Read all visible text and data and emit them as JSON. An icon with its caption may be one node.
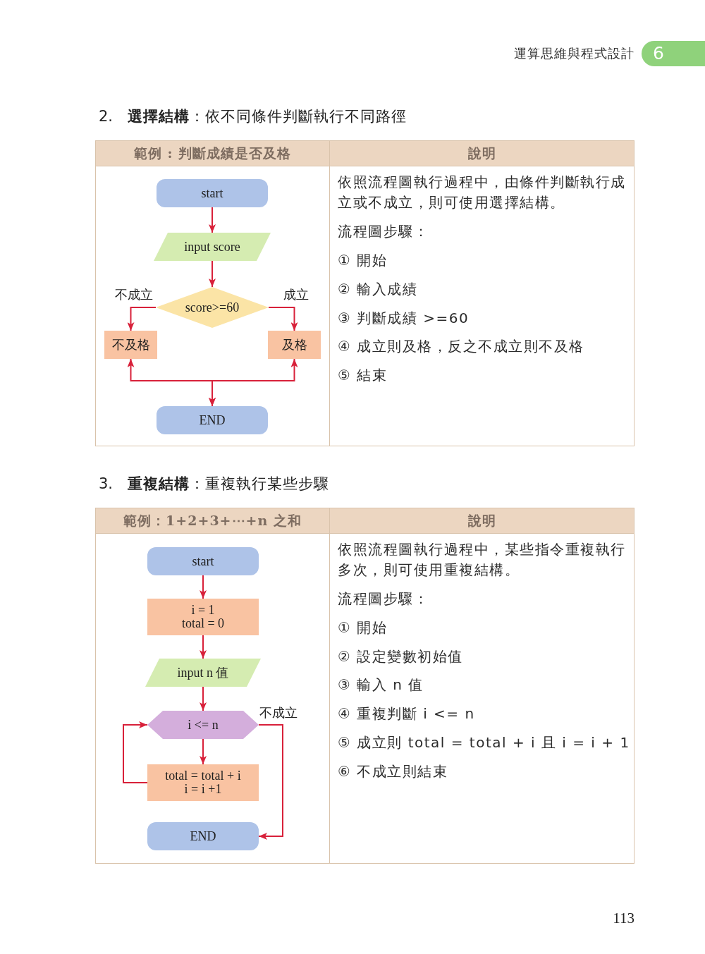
{
  "diagram": {
    "nodes": [
      {
        "text": [
          "start"
        ]
      },
      {
        "text": [
          "input score"
        ]
      },
      {
        "text": [
          "score>=60"
        ]
      },
      {
        "text": [
          "不及格"
        ]
      },
      {
        "text": [
          "及格"
        ]
      },
      {
        "text": [
          "END"
        ]
      },
      {
        "text": [
          "start"
        ]
      },
      {
        "text": [
          "i = 1",
          "total = 0"
        ]
      },
      {
        "text": [
          "input n 值"
        ]
      },
      {
        "text": [
          "i <= n"
        ]
      },
      {
        "text": [
          "total = total + i",
          "i = i +1"
        ]
      },
      {
        "text": [
          "END"
        ]
      }
    ],
    "edges": [
      {
        "from": 0,
        "to": 1,
        "arrow": "to"
      },
      {
        "from": 1,
        "to": 2,
        "arrow": "to"
      },
      {
        "from": 2,
        "to": 3,
        "arrow": "to",
        "label": "不成立"
      },
      {
        "from": 2,
        "to": 4,
        "arrow": "to",
        "label": "成立"
      },
      {
        "from": 3,
        "to": 5,
        "arrow": "both"
      },
      {
        "from": 4,
        "to": 5,
        "arrow": "both"
      },
      {
        "from": 6,
        "to": 7,
        "arrow": "to"
      },
      {
        "from": 7,
        "to": 8,
        "arrow": "to"
      },
      {
        "from": 8,
        "to": 9,
        "arrow": "to"
      },
      {
        "from": 9,
        "to": 10,
        "arrow": "to"
      },
      {
        "from": 10,
        "to": 9,
        "arrow": "to"
      },
      {
        "from": 9,
        "to": 11,
        "arrow": "to",
        "label": "不成立"
      }
    ],
    "labels": [
      "運算思維與程式設計",
      "6",
      "2.",
      "**選擇結構**：依不同條件判斷執行不同路徑",
      "範例 : 判斷成績是否及格",
      "說明",
      "依照流程圖執行過程中，由條件判斷執行成立或不成立，則可使用選擇結構。",
      "流程圖步驟：",
      "① 開始",
      "② 輸入成績",
      "③ 判斷成績 >=60",
      "④ 成立則及格，反之不成立則不及格",
      "⑤ 結束",
      "3.",
      "**重複結構**：重複執行某些步驟",
      "範例：1+2+3+⋯+n 之和",
      "說明",
      "依照流程圖執行過程中，某些指令重複執行多次，則可使用重複結構。",
      "流程圖步驟：",
      "① 開始",
      "② 設定變數初始值",
      "③ 輸入 n 值",
      "④ 重複判斷 i <= n",
      "⑤ 成立則 total = total + i 且 i = i + 1",
      "⑥ 不成立則結束",
      "113"
    ]
  }
}
